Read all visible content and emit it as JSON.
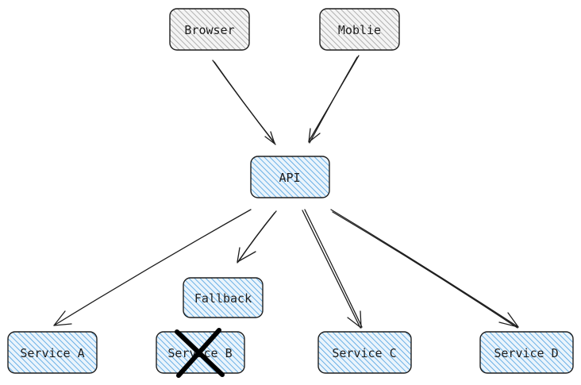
{
  "colors": {
    "client_hatch": "#a0a0a0",
    "client_fill": "#f4f4f4",
    "service_hatch": "#4a9fe0",
    "service_fill": "#eaf4fc",
    "stroke": "#1e1e1e"
  },
  "nodes": {
    "browser": {
      "label": "Browser"
    },
    "mobile": {
      "label": "Moblie"
    },
    "api": {
      "label": "API"
    },
    "fallback": {
      "label": "Fallback"
    },
    "service_a": {
      "label": "Service A"
    },
    "service_b": {
      "label": "Service B",
      "status": "failed",
      "status_icon": "cross-icon"
    },
    "service_c": {
      "label": "Service C"
    },
    "service_d": {
      "label": "Service D"
    }
  },
  "edges": [
    {
      "from": "browser",
      "to": "api"
    },
    {
      "from": "mobile",
      "to": "api"
    },
    {
      "from": "api",
      "to": "fallback"
    },
    {
      "from": "api",
      "to": "service_a"
    },
    {
      "from": "api",
      "to": "service_c"
    },
    {
      "from": "api",
      "to": "service_d"
    }
  ]
}
